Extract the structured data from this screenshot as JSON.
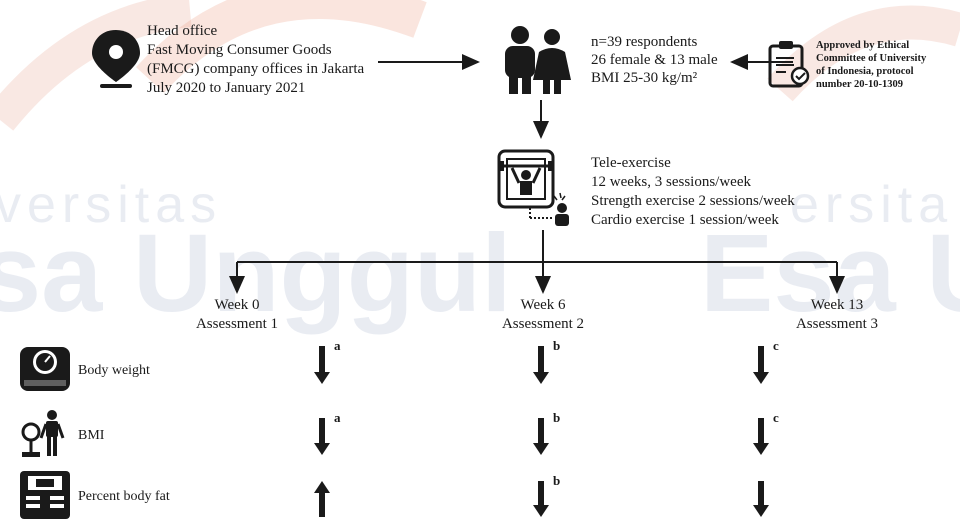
{
  "head_office": {
    "title": "Head office",
    "line1": "Fast Moving Consumer Goods",
    "line2": "(FMCG) company offices in Jakarta",
    "line3": "July 2020 to January 2021"
  },
  "respondents": {
    "line1": "n=39 respondents",
    "line2": "26 female & 13 male",
    "line3": "BMI 25-30 kg/m²"
  },
  "ethics": {
    "line1": "Approved by Ethical",
    "line2": "Committee of University",
    "line3": "of Indonesia, protocol",
    "line4": "number 20-10-1309"
  },
  "intervention": {
    "line1": "Tele-exercise",
    "line2": "12 weeks, 3 sessions/week",
    "line3": "Strength exercise 2 sessions/week",
    "line4": "Cardio exercise 1 session/week"
  },
  "timepoints": [
    {
      "week": "Week 0",
      "assessment": "Assessment 1"
    },
    {
      "week": "Week 6",
      "assessment": "Assessment 2"
    },
    {
      "week": "Week 13",
      "assessment": "Assessment 3"
    }
  ],
  "outcomes": [
    {
      "label": "Body weight",
      "icon": "scale-icon",
      "marks": [
        {
          "dir": "down",
          "sup": "a"
        },
        {
          "dir": "down",
          "sup": "b"
        },
        {
          "dir": "down",
          "sup": "c"
        }
      ]
    },
    {
      "label": "BMI",
      "icon": "bmi-person-icon",
      "marks": [
        {
          "dir": "down",
          "sup": "a"
        },
        {
          "dir": "down",
          "sup": "b"
        },
        {
          "dir": "down",
          "sup": "c"
        }
      ]
    },
    {
      "label": "Percent body fat",
      "icon": "body-fat-scale-icon",
      "marks": [
        {
          "dir": "up",
          "sup": ""
        },
        {
          "dir": "down",
          "sup": "b"
        },
        {
          "dir": "down",
          "sup": ""
        }
      ]
    }
  ],
  "watermark": {
    "line1": "versitas",
    "line2": "sa Unggul",
    "line3": "ersita",
    "line4": "Esa U"
  }
}
